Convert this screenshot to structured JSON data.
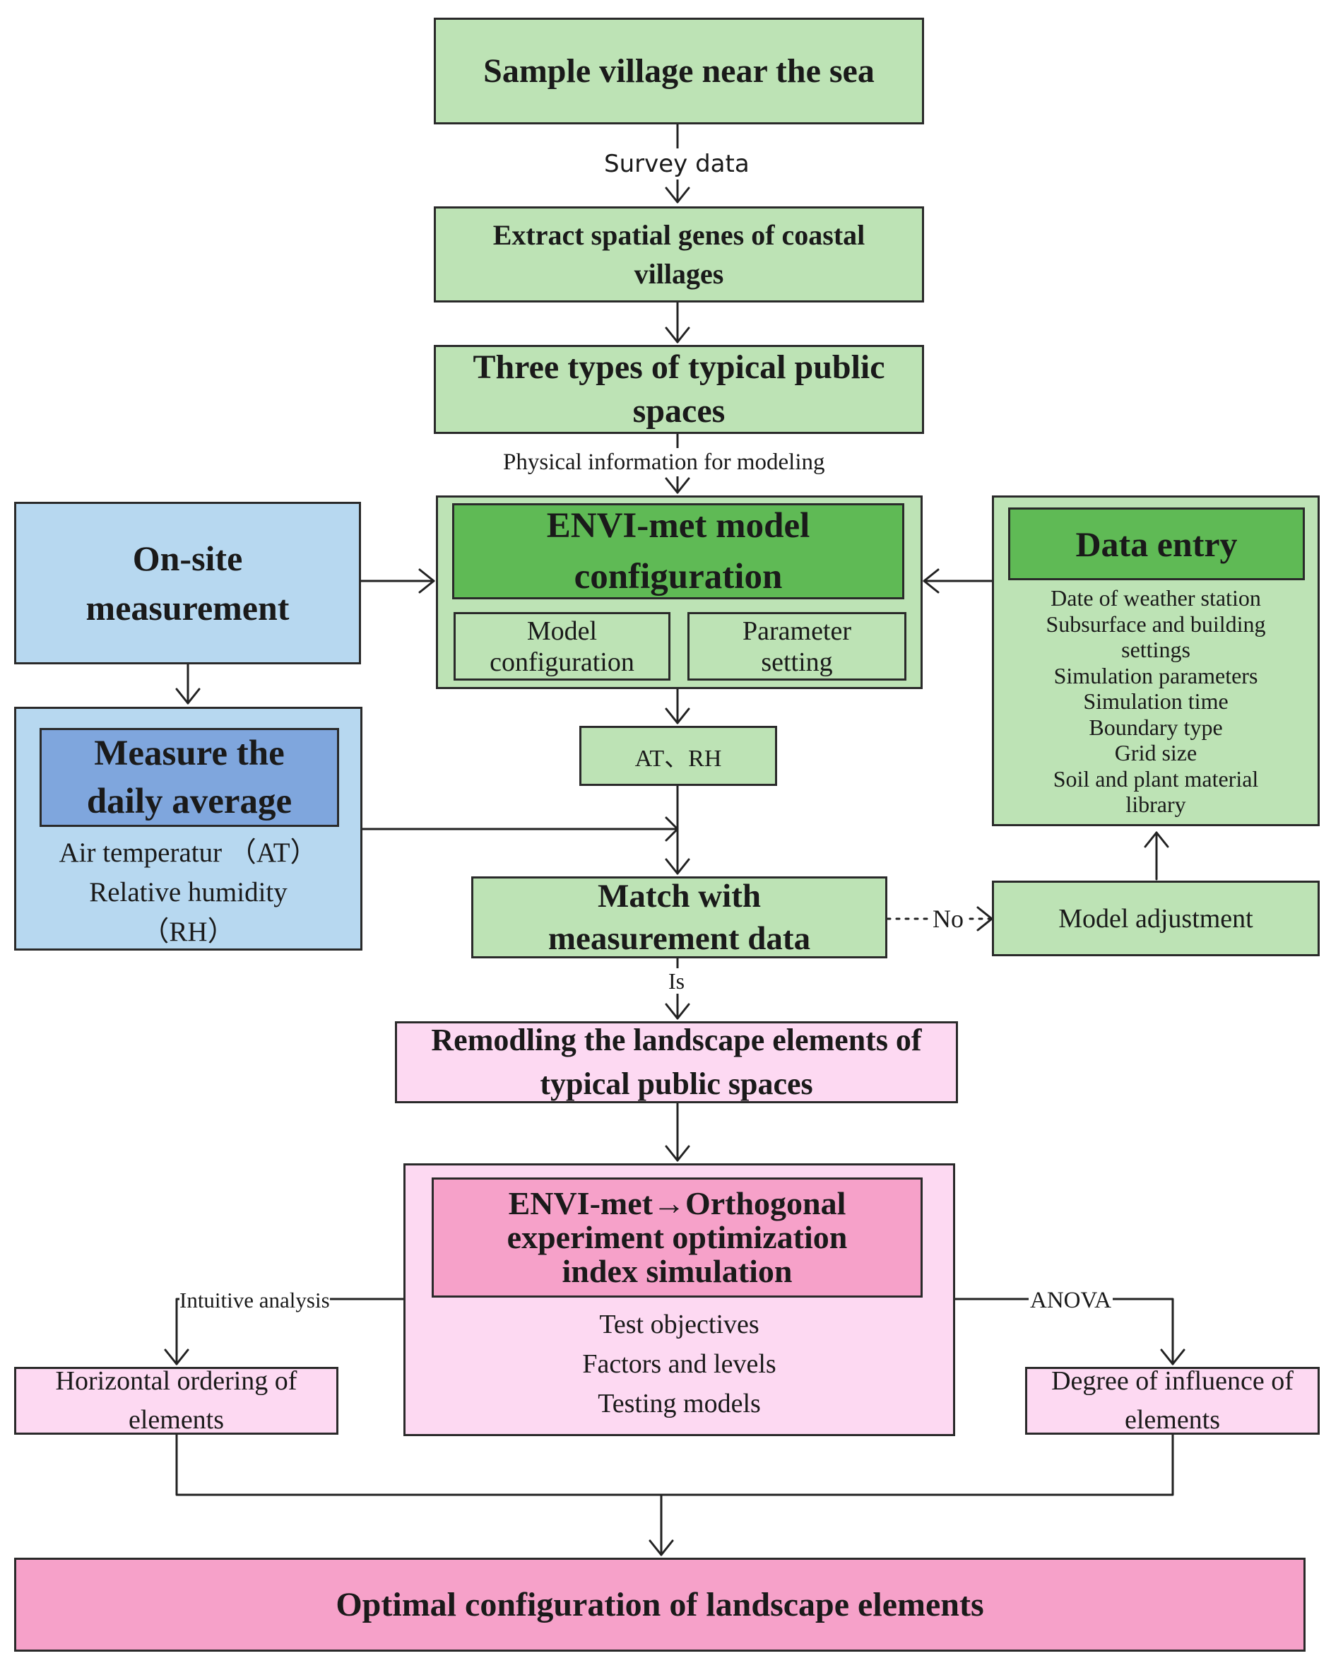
{
  "nodes": {
    "sample_village": "Sample village near the sea",
    "extract_genes": "Extract spatial genes of coastal villages",
    "three_types": "Three types of typical public spaces",
    "envi_config": "ENVI-met model configuration",
    "model_config": "Model configuration",
    "param_setting": "Parameter setting",
    "data_entry": "Data entry",
    "data_entry_items": [
      "Date of weather station",
      "Subsurface and building",
      "settings",
      "Simulation parameters",
      "Simulation time",
      "Boundary type",
      "Grid size",
      "Soil and plant material",
      "library"
    ],
    "on_site": "On-site measurement",
    "measure_daily": "Measure the daily average",
    "measure_items": [
      "Air temperatur （AT）",
      "Relative humidity",
      "（RH）"
    ],
    "at_rh": "AT、RH",
    "match": "Match with measurement data",
    "model_adjust": "Model adjustment",
    "remodel": "Remodling the landscape elements of typical public spaces",
    "orthogonal": "ENVI-met→Orthogonal experiment optimization index simulation",
    "orthogonal_items": [
      "Test objectives",
      "Factors and levels",
      "Testing models"
    ],
    "horizontal": "Horizontal ordering of elements",
    "degree": "Degree of influence of elements",
    "optimal": "Optimal configuration of landscape elements"
  },
  "edge_labels": {
    "survey": "Survey data",
    "physical": "Physical information for modeling",
    "no": "No",
    "is": "Is",
    "intuitive": "Intuitive analysis",
    "anova": "ANOVA"
  },
  "colors": {
    "green": "#bde3b5",
    "green_dark": "#5fba55",
    "blue": "#b7d8f0",
    "blue_dark": "#7fa6dd",
    "pink": "#fdd9f2",
    "pink_dark": "#f6a1c9"
  }
}
